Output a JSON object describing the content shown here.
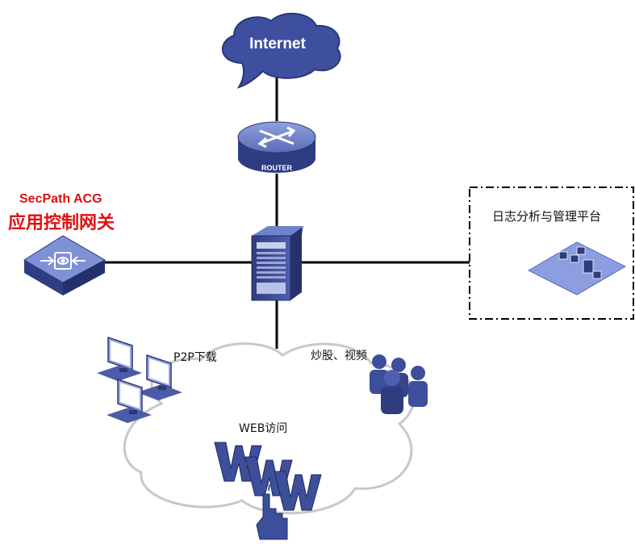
{
  "internet": {
    "label": "Internet"
  },
  "router": {
    "label": "ROUTER"
  },
  "acg": {
    "name_en": "SecPath ACG",
    "name_zh": "应用控制网关"
  },
  "log_platform": {
    "label": "日志分析与管理平台"
  },
  "traffic": {
    "p2p": "P2P下载",
    "stock_video": "炒股、视频",
    "web": "WEB访问"
  },
  "colors": {
    "device_blue": "#3d4f9a",
    "device_dark": "#2a3774",
    "highlight_red": "#e01010",
    "link": "#000000",
    "cloud_stroke": "#c8c8c8"
  }
}
